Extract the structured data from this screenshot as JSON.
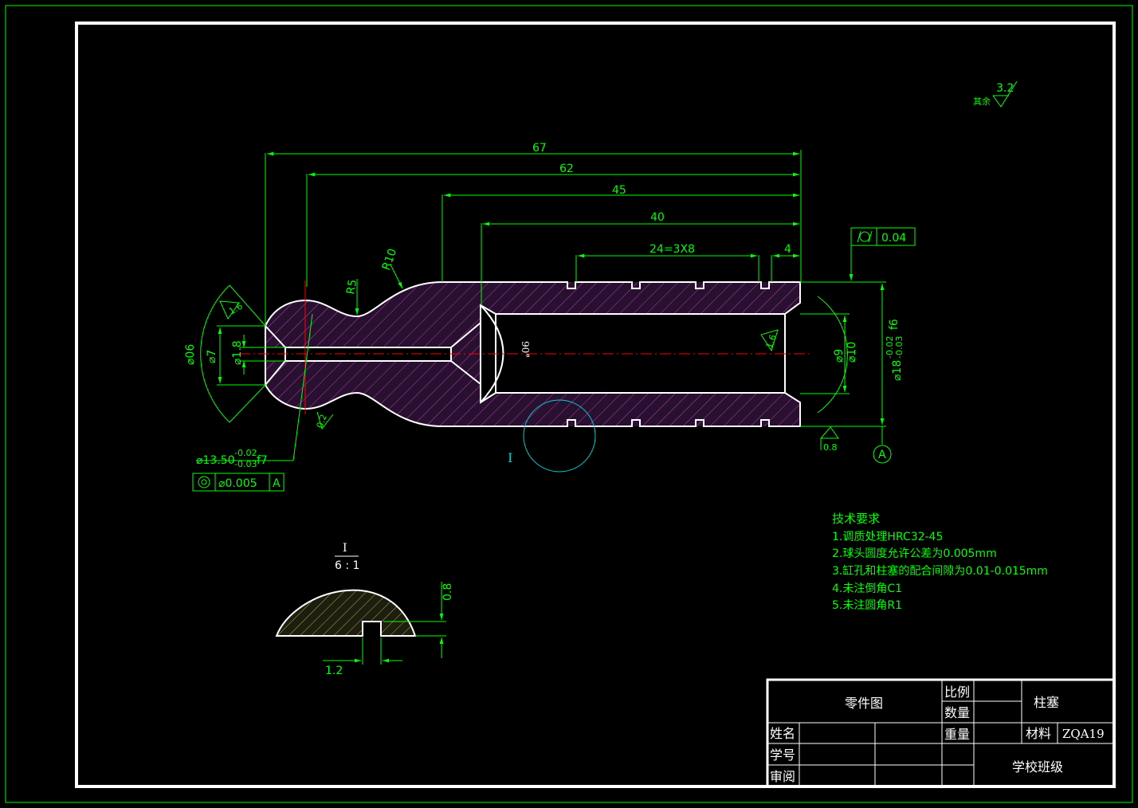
{
  "dims": {
    "d67": "67",
    "d62": "62",
    "d45": "45",
    "d40": "40",
    "d24": "24=3X8",
    "d4": "4",
    "r10": "R10",
    "r5": "R5",
    "sphere": "⌀06",
    "d7": "⌀7",
    "d18": "⌀1.8",
    "d9": "⌀9",
    "d10": "⌀10",
    "d18f6": "⌀18",
    "d18f6_tol_up": "-0.02",
    "d18f6_tol_lo": "-0.03",
    "d18f6_fit": "f6",
    "d1350": "⌀13.50",
    "d1350_tol_up": "-0.02",
    "d1350_tol_lo": "-0.03",
    "d1350_fit": "f7",
    "angle": "90°",
    "det_h": "0.8",
    "det_w": "1.2"
  },
  "roughness": {
    "other_label": "其余",
    "other_value": "3.2",
    "r16a": "1.6",
    "r16b": "1.6",
    "r02": "0.2",
    "r08": "0.8"
  },
  "tolerances": {
    "cyl_value": "0.04",
    "conc_value": "⌀0.005",
    "conc_datum": "A",
    "datum": "A"
  },
  "detail": {
    "circle_label": "I",
    "title": "I",
    "scale": "6 : 1"
  },
  "requirements": {
    "title": "技术要求",
    "items": [
      "1.调质处理HRC32-45",
      "2.球头圆度允许公差为0.005mm",
      "3.缸孔和柱塞的配合间隙为0.01-0.015mm",
      "4.未注倒角C1",
      "5.未注圆角R1"
    ]
  },
  "title_block": {
    "drawing_type": "零件图",
    "scale_label": "比例",
    "quantity_label": "数量",
    "weight_label": "重量",
    "part_name": "柱塞",
    "material_label": "材料",
    "material_value": "ZQA19",
    "name_label": "姓名",
    "student_id_label": "学号",
    "review_label": "审阅",
    "school_class": "学校班级"
  },
  "colors": {
    "outline": "#ffffff",
    "dimension": "#00ff00",
    "centerline": "#ff0000",
    "hatch": "#aa44aa",
    "detail_circle": "#00cccc",
    "detail_hatch": "#aaaa44"
  }
}
